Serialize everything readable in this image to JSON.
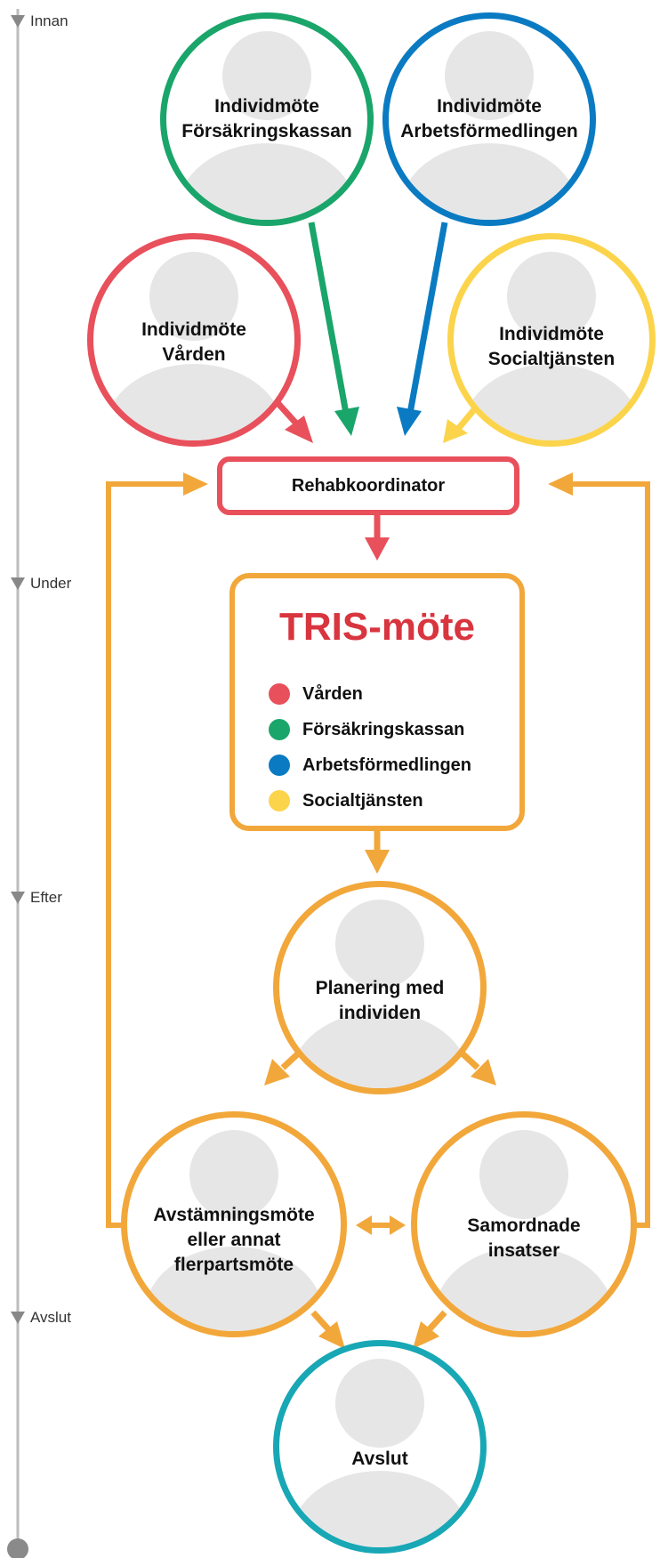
{
  "phases": [
    "Innan",
    "Under",
    "Efter",
    "Avslut"
  ],
  "nodes": {
    "fk": [
      "Individmöte",
      "Försäkringskassan"
    ],
    "af": [
      "Individmöte",
      "Arbetsförmedlingen"
    ],
    "varden": [
      "Individmöte",
      "Vården"
    ],
    "social": [
      "Individmöte",
      "Socialtjänsten"
    ],
    "planering": [
      "Planering med",
      "individen"
    ],
    "avstamning": [
      "Avstämningsmöte",
      "eller annat",
      "flerpartsmöte"
    ],
    "samordnade": [
      "Samordnade",
      "insatser"
    ],
    "avslut": [
      "Avslut"
    ]
  },
  "rehab_label": "Rehabkoordinator",
  "tris": {
    "title": "TRIS-möte",
    "items": [
      {
        "label": "Vården",
        "color": "#e8505b"
      },
      {
        "label": "Försäkringskassan",
        "color": "#1aa56a"
      },
      {
        "label": "Arbetsförmedlingen",
        "color": "#0a7bc2"
      },
      {
        "label": "Socialtjänsten",
        "color": "#fbd44c"
      }
    ]
  },
  "colors": {
    "red": "#e8505b",
    "green": "#1aa56a",
    "blue": "#0a7bc2",
    "yellow": "#fbd44c",
    "orange": "#f2a73b",
    "teal": "#18a7b5",
    "timeline": "#bdbdbd"
  }
}
